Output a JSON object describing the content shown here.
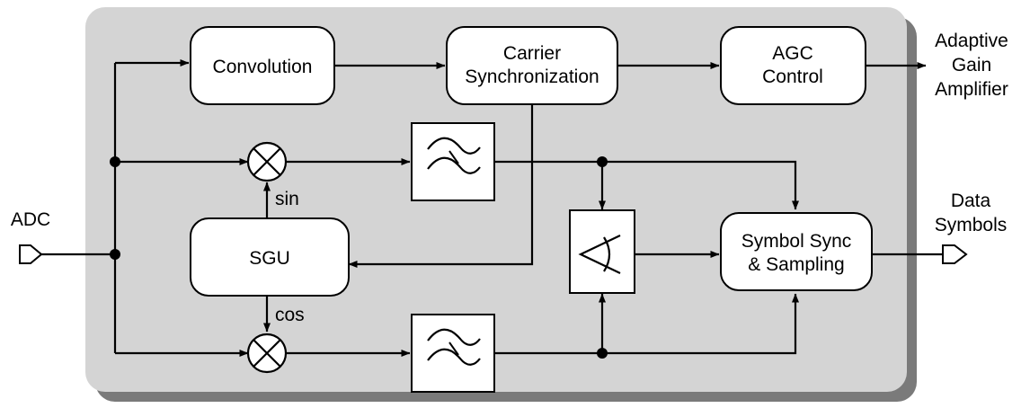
{
  "inputs": {
    "adc_label": "ADC"
  },
  "outputs": {
    "agc_target_line1": "Adaptive",
    "agc_target_line2": "Gain",
    "agc_target_line3": "Amplifier",
    "data_line1": "Data",
    "data_line2": "Symbols"
  },
  "blocks": {
    "convolution": "Convolution",
    "carrier_sync_line1": "Carrier",
    "carrier_sync_line2": "Synchronization",
    "agc_line1": "AGC",
    "agc_line2": "Control",
    "sgu": "SGU",
    "symbol_sync_line1": "Symbol Sync",
    "symbol_sync_line2": "& Sampling"
  },
  "signals": {
    "sin": "sin",
    "cos": "cos"
  },
  "colors": {
    "panel": "#d4d4d4",
    "panel_shadow": "#7a7a7a",
    "line": "#000000",
    "block_fill": "#ffffff"
  },
  "icons": {
    "mixer": "circle-x-multiplier-icon",
    "lowpass_filter": "lowpass-filter-icon",
    "phase_detector": "phase-detector-icon",
    "port": "port-pentagon-icon"
  }
}
